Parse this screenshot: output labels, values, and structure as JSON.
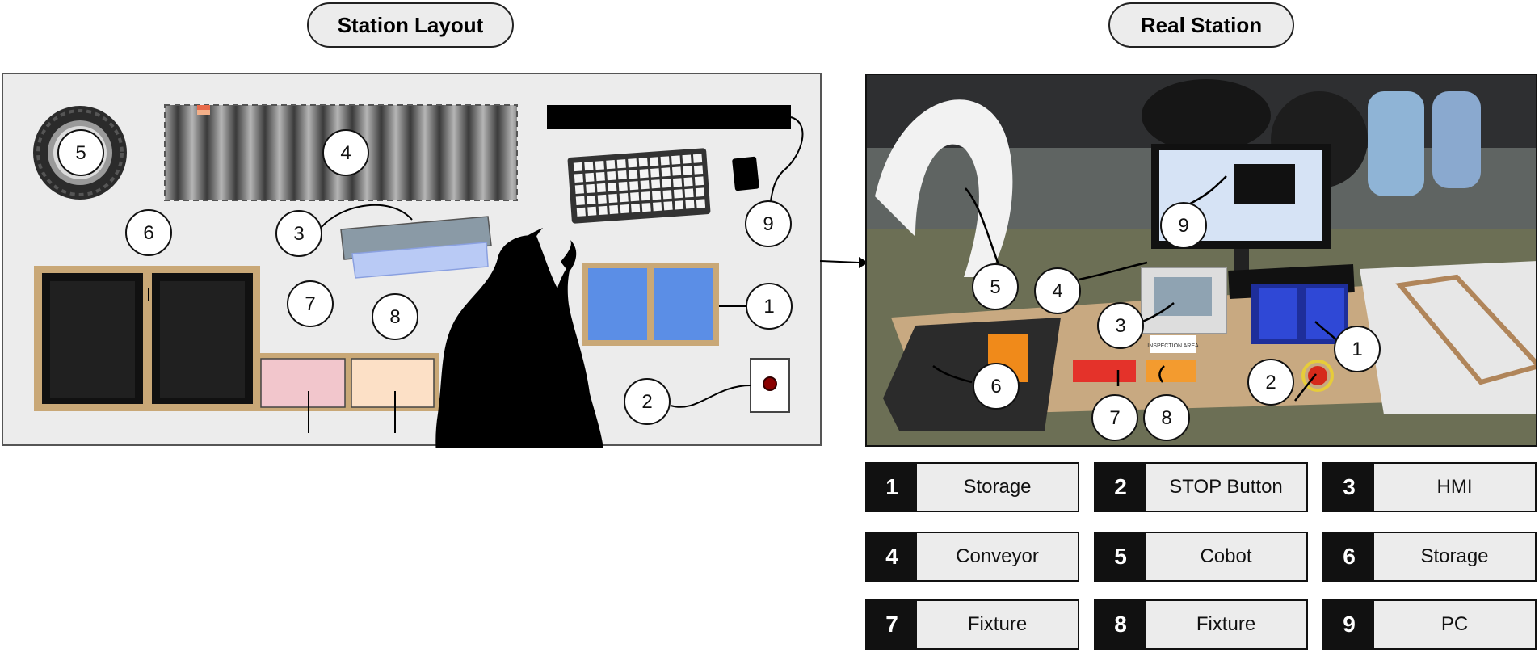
{
  "titles": {
    "layout": "Station Layout",
    "real": "Real Station"
  },
  "layout_labels": [
    "1",
    "2",
    "3",
    "4",
    "5",
    "6",
    "7",
    "8",
    "9"
  ],
  "photo_labels": [
    "1",
    "2",
    "3",
    "4",
    "5",
    "6",
    "7",
    "8",
    "9"
  ],
  "legend": [
    {
      "num": "1",
      "label": "Storage"
    },
    {
      "num": "2",
      "label": "STOP Button"
    },
    {
      "num": "3",
      "label": "HMI"
    },
    {
      "num": "4",
      "label": "Conveyor"
    },
    {
      "num": "5",
      "label": "Cobot"
    },
    {
      "num": "6",
      "label": "Storage"
    },
    {
      "num": "7",
      "label": "Fixture"
    },
    {
      "num": "8",
      "label": "Fixture"
    },
    {
      "num": "9",
      "label": "PC"
    }
  ],
  "colors": {
    "storage_blue": "#5b8ee6",
    "fixture_pink": "#f2c6cc",
    "fixture_peach": "#fce0c6",
    "tray_frame": "#c9a877",
    "panel_bg": "#ececec"
  },
  "photo_text": {
    "inspection": "INSPECTION AREA"
  }
}
